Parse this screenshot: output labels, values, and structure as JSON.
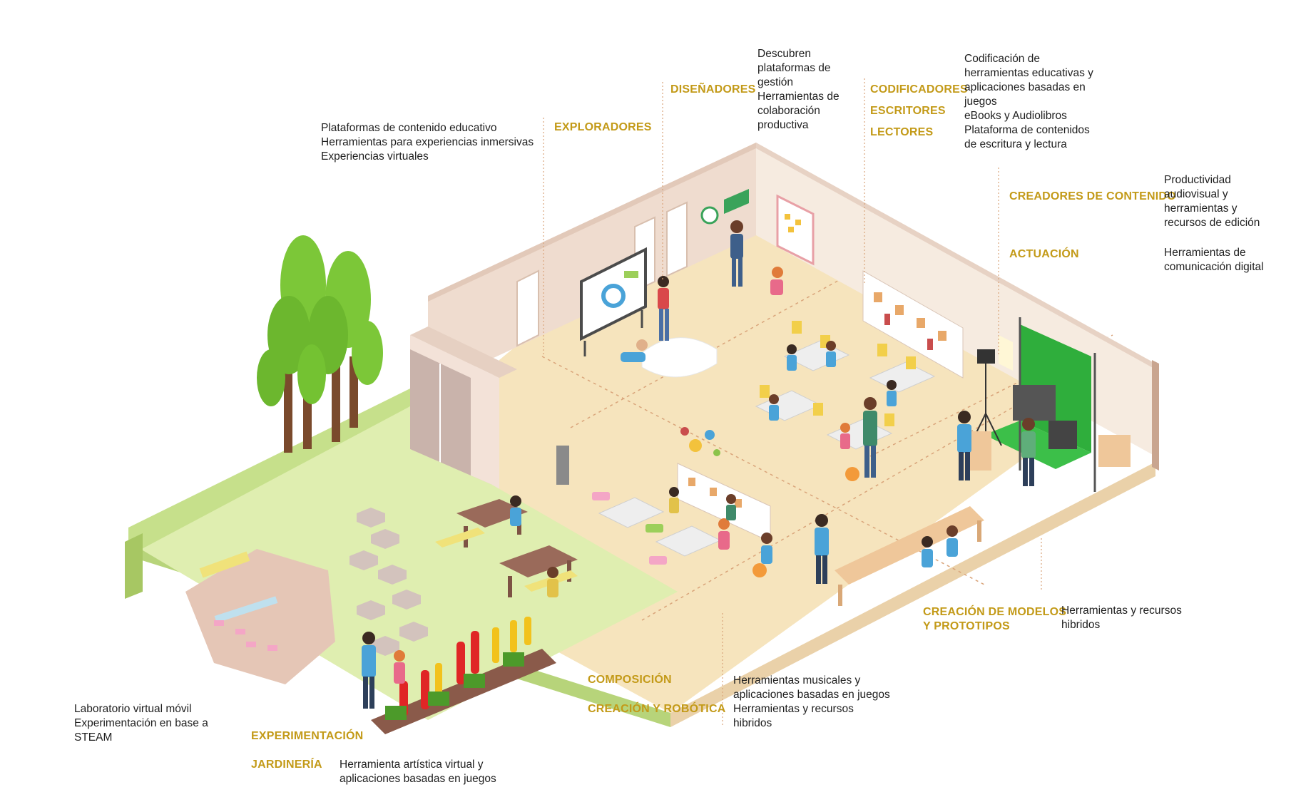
{
  "colors": {
    "label": "#c39a18",
    "text": "#1e1e1e",
    "floor": "#f6e4bd",
    "wall": "#efdccf",
    "garden": "#dfeeb0",
    "tree": "#74c232",
    "green_screen": "#2fae3c"
  },
  "zones": [
    {
      "id": "exploradores",
      "labels": [
        "EXPLORADORES"
      ],
      "lines": [
        "Plataformas de contenido educativo",
        "Herramientas para experiencias inmersivas",
        "Experiencias virtuales"
      ]
    },
    {
      "id": "disenadores",
      "labels": [
        "DISEÑADORES"
      ],
      "lines": [
        "Descubren",
        "plataformas de",
        "gestión",
        "Herramientas de",
        "colaboración",
        "productiva"
      ]
    },
    {
      "id": "codificadores",
      "labels": [
        "CODIFICADORES",
        "ESCRITORES",
        "LECTORES"
      ],
      "lines": [
        "Codificación de",
        "herramientas educativas y",
        "aplicaciones basadas en",
        "juegos",
        "eBooks y Audiolibros",
        "Plataforma de contenidos",
        "de escritura y lectura"
      ]
    },
    {
      "id": "creadores",
      "labels": [
        "CREADORES DE CONTENIDO"
      ],
      "lines": [
        "Productividad",
        "audiovisual y",
        "herramientas y",
        "recursos de edición"
      ]
    },
    {
      "id": "actuacion",
      "labels": [
        "ACTUACIÓN"
      ],
      "lines": [
        "Herramientas de",
        "comunicación digital"
      ]
    },
    {
      "id": "modelos",
      "labels": [
        "CREACIÓN DE MODELOS",
        "Y PROTOTIPOS"
      ],
      "lines": [
        "Herramientas y recursos",
        "hibridos"
      ]
    },
    {
      "id": "composicion",
      "labels": [
        "COMPOSICIÓN",
        "CREACIÓN Y ROBÓTICA"
      ],
      "lines": [
        "Herramientas musicales y",
        "aplicaciones basadas en juegos",
        "Herramientas y recursos",
        "hibridos"
      ]
    },
    {
      "id": "experimentacion",
      "labels": [
        "EXPERIMENTACIÓN"
      ],
      "lines": [
        "Laboratorio virtual móvil",
        "Experimentación en base a",
        "STEAM"
      ]
    },
    {
      "id": "jardineria",
      "labels": [
        "JARDINERÍA"
      ],
      "lines": [
        "Herramienta artística virtual y",
        "aplicaciones basadas en juegos"
      ]
    }
  ]
}
